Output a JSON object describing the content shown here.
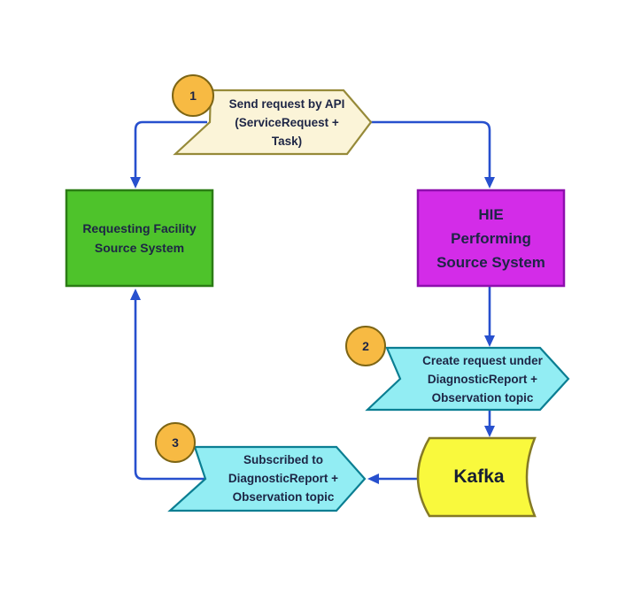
{
  "diagram": {
    "background": "#ffffff",
    "colors": {
      "connector_blue": "#2750ce",
      "text_navy": "#1d2545",
      "green_fill": "#4ec32b",
      "green_border": "#2b7c15",
      "magenta_fill": "#d32ce8",
      "magenta_border": "#8e0fae",
      "cyan_fill": "#92edf3",
      "cyan_border": "#0b7e92",
      "cream_fill": "#fbf4d8",
      "cream_border": "#968a39",
      "yellow_fill": "#f9f93d",
      "yellow_border": "#857a25",
      "badge_fill": "#f7ba43",
      "badge_border": "#7d6514"
    },
    "nodes": {
      "requesting_facility": {
        "label": "Requesting Facility\nSource System"
      },
      "hie_performing": {
        "label": "HIE\nPerforming\nSource System"
      },
      "kafka": {
        "label": "Kafka"
      }
    },
    "steps": [
      {
        "number": "1",
        "label": "Send request by API\n(ServiceRequest +\nTask)"
      },
      {
        "number": "2",
        "label": "Create request under\nDiagnosticReport +\nObservation topic"
      },
      {
        "number": "3",
        "label": "Subscribed to\nDiagnosticReport +\nObservation topic"
      }
    ]
  }
}
